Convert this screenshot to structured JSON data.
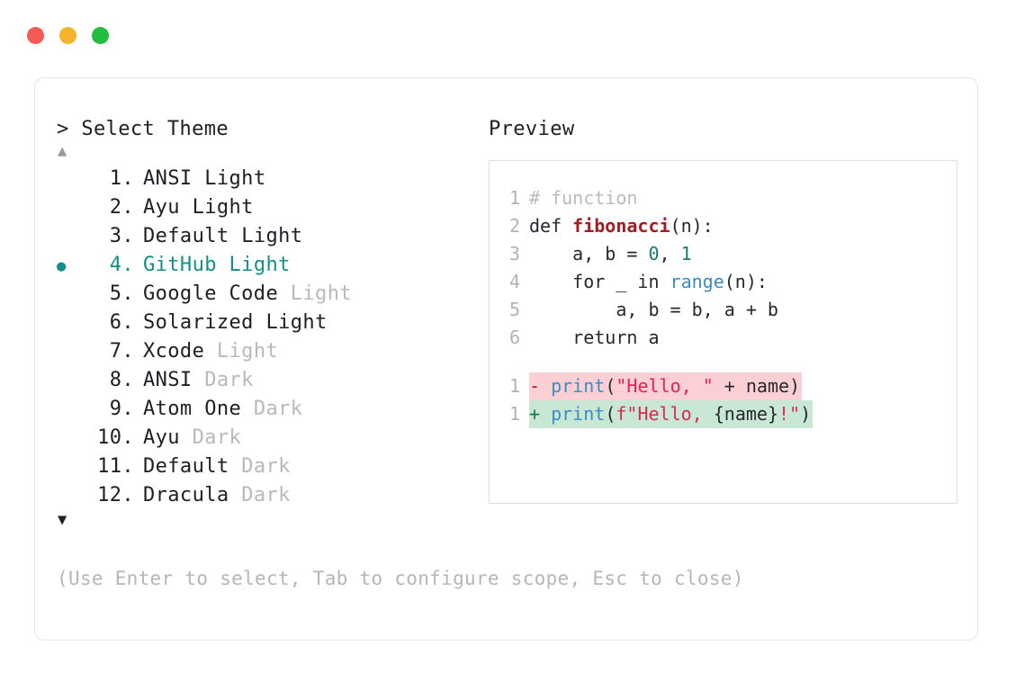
{
  "window": {
    "dots": [
      {
        "name": "close-dot",
        "color": "#f45954"
      },
      {
        "name": "minimize-dot",
        "color": "#f5b32b"
      },
      {
        "name": "maximize-dot",
        "color": "#22bd3e"
      }
    ]
  },
  "left": {
    "prompt_marker": ">",
    "prompt_title": "Select Theme",
    "scroll_up_icon": "▲",
    "scroll_down_icon": "▼",
    "selected_index": 4,
    "bullet_icon": "●",
    "accent_color": "#148f87",
    "items": [
      {
        "index": "1.",
        "name": "ANSI",
        "suffix": "Light",
        "dim_suffix": false,
        "selected": false
      },
      {
        "index": "2.",
        "name": "Ayu",
        "suffix": "Light",
        "dim_suffix": false,
        "selected": false
      },
      {
        "index": "3.",
        "name": "Default",
        "suffix": "Light",
        "dim_suffix": false,
        "selected": false
      },
      {
        "index": "4.",
        "name": "GitHub",
        "suffix": "Light",
        "dim_suffix": false,
        "selected": true
      },
      {
        "index": "5.",
        "name": "Google Code",
        "suffix": "Light",
        "dim_suffix": true,
        "selected": false
      },
      {
        "index": "6.",
        "name": "Solarized",
        "suffix": "Light",
        "dim_suffix": false,
        "selected": false
      },
      {
        "index": "7.",
        "name": "Xcode",
        "suffix": "Light",
        "dim_suffix": true,
        "selected": false
      },
      {
        "index": "8.",
        "name": "ANSI",
        "suffix": "Dark",
        "dim_suffix": true,
        "selected": false
      },
      {
        "index": "9.",
        "name": "Atom One",
        "suffix": "Dark",
        "dim_suffix": true,
        "selected": false
      },
      {
        "index": "10.",
        "name": "Ayu",
        "suffix": "Dark",
        "dim_suffix": true,
        "selected": false
      },
      {
        "index": "11.",
        "name": "Default",
        "suffix": "Dark",
        "dim_suffix": true,
        "selected": false
      },
      {
        "index": "12.",
        "name": "Dracula",
        "suffix": "Dark",
        "dim_suffix": true,
        "selected": false
      }
    ],
    "footer_hint": "(Use Enter to select, Tab to configure scope, Esc to close)"
  },
  "preview": {
    "label": "Preview",
    "code_lines": [
      {
        "n": "1",
        "tokens": [
          {
            "t": "# function",
            "c": "comment"
          }
        ]
      },
      {
        "n": "2",
        "tokens": [
          {
            "t": "def ",
            "c": "keyword"
          },
          {
            "t": "fibonacci",
            "c": "func"
          },
          {
            "t": "(n):",
            "c": "plain"
          }
        ]
      },
      {
        "n": "3",
        "tokens": [
          {
            "t": "    a, b = ",
            "c": "plain"
          },
          {
            "t": "0",
            "c": "num"
          },
          {
            "t": ", ",
            "c": "plain"
          },
          {
            "t": "1",
            "c": "num"
          }
        ]
      },
      {
        "n": "4",
        "tokens": [
          {
            "t": "    for _ in ",
            "c": "plain"
          },
          {
            "t": "range",
            "c": "builtin"
          },
          {
            "t": "(n):",
            "c": "plain"
          }
        ]
      },
      {
        "n": "5",
        "tokens": [
          {
            "t": "        a, b = b, a + b",
            "c": "plain"
          }
        ]
      },
      {
        "n": "6",
        "tokens": [
          {
            "t": "    return a",
            "c": "plain"
          }
        ]
      }
    ],
    "diff_lines": [
      {
        "n": "1",
        "kind": "del",
        "sign": "-",
        "tokens": [
          {
            "t": "print",
            "c": "builtin"
          },
          {
            "t": "(",
            "c": "plain"
          },
          {
            "t": "\"Hello, \"",
            "c": "str"
          },
          {
            "t": " + name)",
            "c": "plain"
          }
        ]
      },
      {
        "n": "1",
        "kind": "add",
        "sign": "+",
        "tokens": [
          {
            "t": "print",
            "c": "builtin"
          },
          {
            "t": "(",
            "c": "plain"
          },
          {
            "t": "f\"Hello, ",
            "c": "str"
          },
          {
            "t": "{name}",
            "c": "plain"
          },
          {
            "t": "!\"",
            "c": "str"
          },
          {
            "t": ")",
            "c": "plain"
          }
        ]
      }
    ]
  }
}
